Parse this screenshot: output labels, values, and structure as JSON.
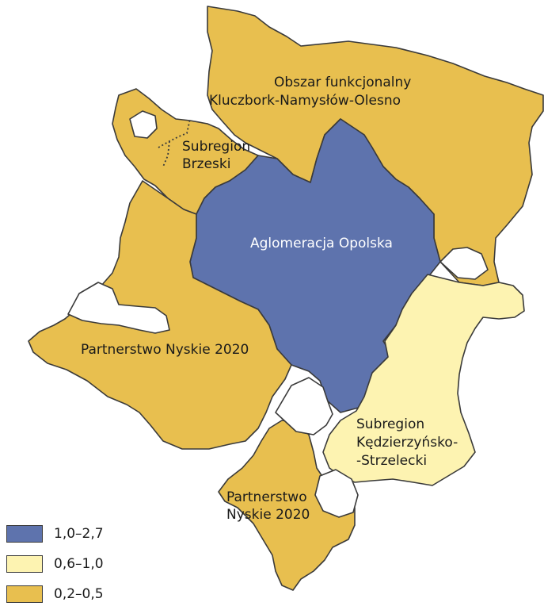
{
  "colors": {
    "high": "#5e73ad",
    "mid": "#fdf3b1",
    "low": "#e8bf4f"
  },
  "regions": {
    "kluczbork": {
      "line1": "Obszar funkcjonalny",
      "line2": "Kluczbork-Namysłów-Olesno",
      "class": "0,2–0,5"
    },
    "brzeski": {
      "line1": "Subregion",
      "line2": "Brzeski",
      "class": "0,2–0,5"
    },
    "opolska": {
      "line1": "Aglomeracja Opolska",
      "class": "1,0–2,7"
    },
    "nyskie_north": {
      "line1": "Partnerstwo Nyskie 2020",
      "class": "0,2–0,5"
    },
    "kedzierzyn": {
      "line1": "Subregion",
      "line2": "Kędzierzyńsko-",
      "line3": "-Strzelecki",
      "class": "0,6–1,0"
    },
    "nyskie_south": {
      "line1": "Partnerstwo",
      "line2": "Nyskie 2020",
      "class": "0,2–0,5"
    }
  },
  "legend": [
    {
      "label": "1,0–2,7",
      "color": "#5e73ad"
    },
    {
      "label": "0,6–1,0",
      "color": "#fdf3b1"
    },
    {
      "label": "0,2–0,5",
      "color": "#e8bf4f"
    }
  ]
}
